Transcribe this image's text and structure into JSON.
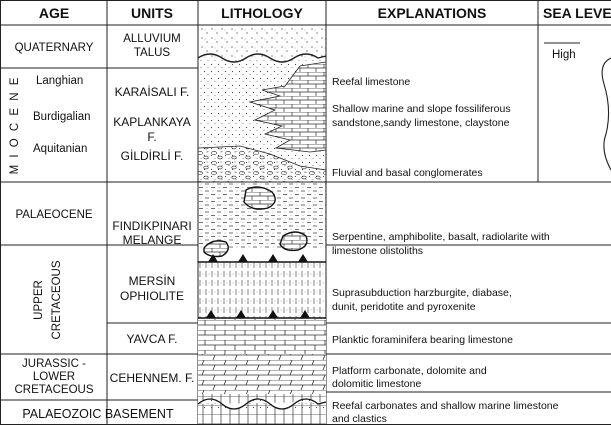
{
  "headers": {
    "age": "AGE",
    "units": "UNITS",
    "lithology": "LITHOLOGY",
    "explanations": "EXPLANATIONS",
    "sea_level": "SEA LEVE"
  },
  "ages": {
    "quaternary": "QUATERNARY",
    "miocene_vertical": "M I O C E N E",
    "langhian": "Langhian",
    "burdigalian": "Burdigalian",
    "aquitanian": "Aquitanian",
    "palaeocene": "PALAEOCENE",
    "upper": "UPPER",
    "cretaceous": "CRETACEOUS",
    "jurassic_1": "JURASSIC -",
    "jurassic_2": "LOWER",
    "jurassic_3": "CRETACEOUS",
    "palaeozoic": "PALAEOZOIC BASEMENT"
  },
  "units": {
    "alluvium_1": "ALLUVIUM",
    "alluvium_2": "TALUS",
    "karaisali": "KARAİSALI F.",
    "kaplankaya_1": "KAPLANKAYA",
    "kaplankaya_2": "F.",
    "gildirli": "GİLDİRLİ F.",
    "findik_1": "FINDIKPINARI",
    "findik_2": "MELANGE",
    "mersin_1": "MERSİN",
    "mersin_2": "OPHIOLITE",
    "yavca": "YAVCA F.",
    "cehennem": "CEHENNEM. F."
  },
  "explanations": {
    "reefal": "Reefal limestone",
    "shallow_1": "Shallow marine and slope fossiliferous",
    "shallow_2": "sandstone,sandy limestone, claystone",
    "fluvial": "Fluvial and basal conglomerates",
    "serp_1": "Serpentine, amphibolite, basalt, radiolarite with",
    "serp_2": "limestone olistoliths",
    "supra_1": "Suprasubduction harzburgite, diabase,",
    "supra_2": "dunit, peridotite and pyroxenite",
    "planktic": "Planktic foraminifera bearing limestone",
    "platform_1": "Platform carbonate, dolomite and",
    "platform_2": "dolomitic limestone",
    "reefcarb_1": "Reefal carbonates and shallow marine limestone",
    "reefcarb_2": "and clastics"
  },
  "sea_level": {
    "high": "High"
  }
}
